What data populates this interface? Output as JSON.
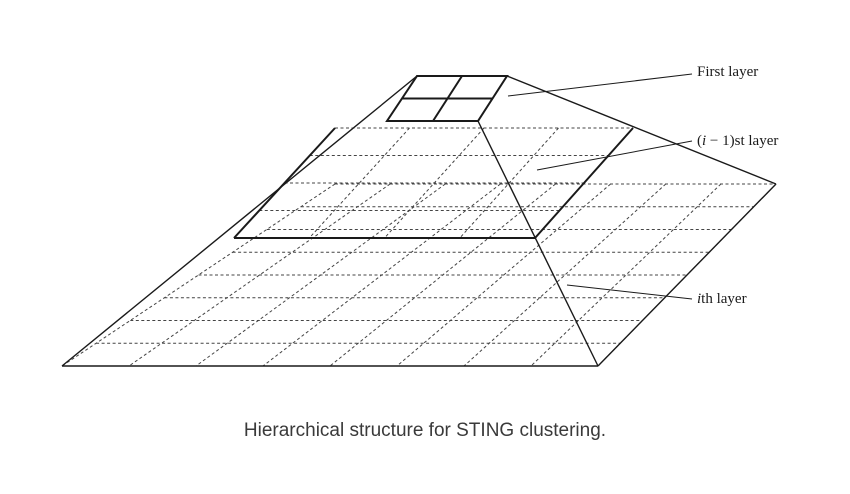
{
  "labels": {
    "first_layer": "First layer",
    "i_minus_1_layer": {
      "open": "(",
      "var": "i",
      "rest": " − 1)st layer"
    },
    "ith_layer": {
      "var": "i",
      "rest": "th layer"
    }
  },
  "caption": "Hierarchical structure for STING clustering.",
  "colors": {
    "line": "#1a1a1a",
    "grid": "#444444",
    "caption": "#3a3a3a"
  }
}
